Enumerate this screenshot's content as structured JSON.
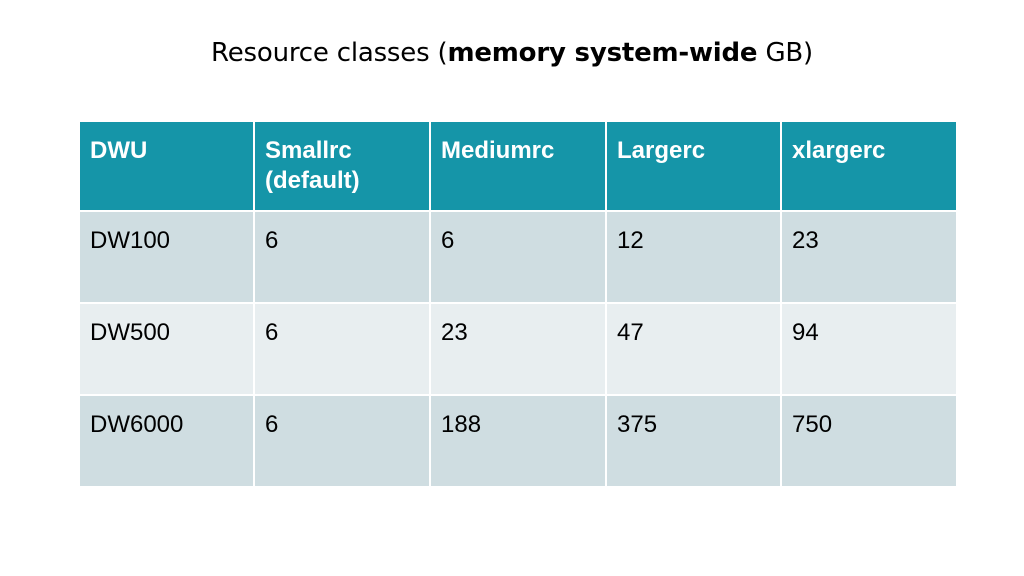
{
  "title": {
    "prefix": "Resource classes (",
    "bold": "memory system-wide",
    "suffix": " GB)"
  },
  "table": {
    "headers": [
      "DWU",
      "Smallrc (default)",
      "Mediumrc",
      "Largerc",
      "xlargerc"
    ],
    "rows": [
      [
        "DW100",
        "6",
        "6",
        "12",
        "23"
      ],
      [
        "DW500",
        "6",
        "23",
        "47",
        "94"
      ],
      [
        "DW6000",
        "6",
        "188",
        "375",
        "750"
      ]
    ]
  },
  "colors": {
    "header_bg": "#1595a8",
    "row_dark_bg": "#cfdde1",
    "row_light_bg": "#e8eef0"
  }
}
